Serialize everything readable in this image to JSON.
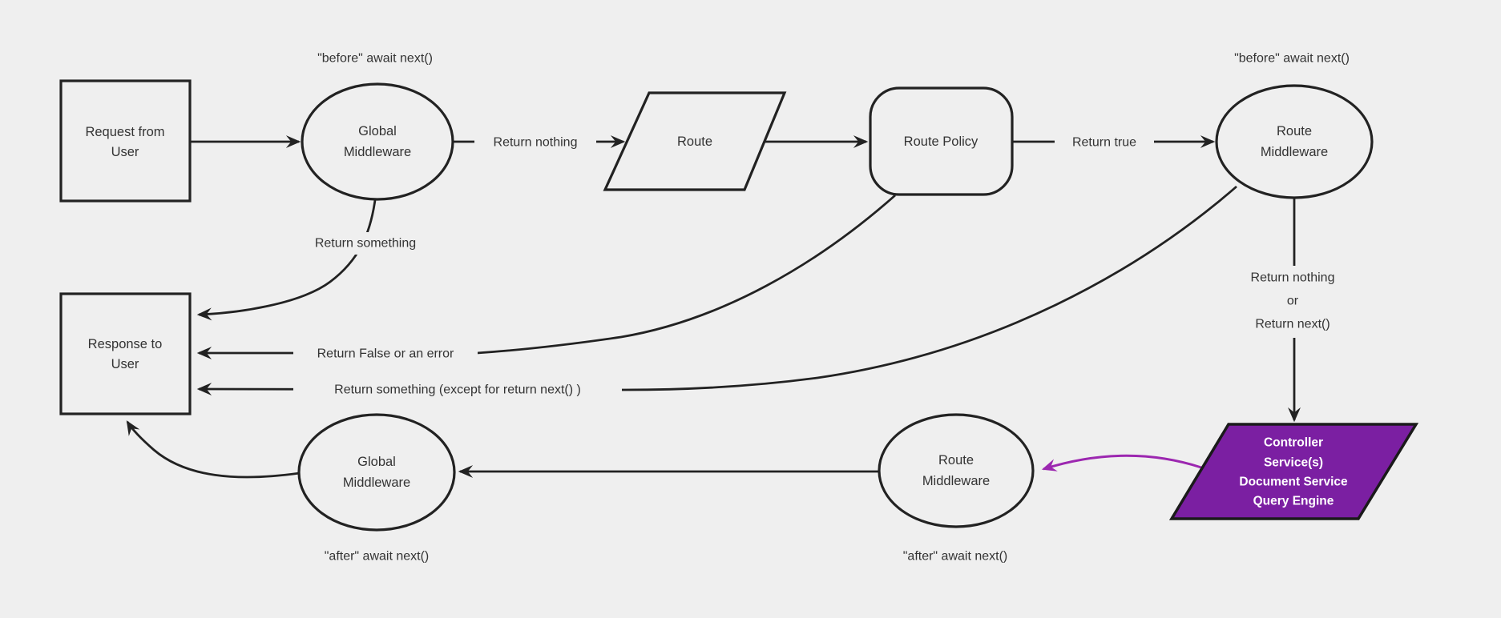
{
  "colors": {
    "background": "#efefef",
    "line": "#222222",
    "text": "#333333",
    "node_fill": "#efefef",
    "purple_fill": "#7b1fa2",
    "purple_arrow": "#9c27b0",
    "controller_text": "#ffffff"
  },
  "nodes": {
    "request": {
      "line1": "Request from",
      "line2": "User"
    },
    "global_middleware_top": {
      "line1": "Global",
      "line2": "Middleware"
    },
    "route": {
      "label": "Route"
    },
    "route_policy": {
      "label": "Route Policy"
    },
    "route_middleware_top": {
      "line1": "Route",
      "line2": "Middleware"
    },
    "response": {
      "line1": "Response to",
      "line2": "User"
    },
    "global_middleware_bottom": {
      "line1": "Global",
      "line2": "Middleware"
    },
    "route_middleware_bottom": {
      "line1": "Route",
      "line2": "Middleware"
    },
    "controller": {
      "line1": "Controller",
      "line2": "Service(s)",
      "line3": "Document Service",
      "line4": "Query Engine"
    }
  },
  "edge_labels": {
    "before_await_left": "\"before\" await next()",
    "before_await_right": "\"before\" await next()",
    "return_nothing": "Return nothing",
    "return_true": "Return true",
    "return_something": "Return something",
    "return_false_or_error": "Return False or an error",
    "return_something_except": "Return something (except for return next() )",
    "return_nothing_or_line1": "Return nothing",
    "return_nothing_or_line2": "or",
    "return_nothing_or_line3": "Return next()",
    "after_await_left": "\"after\" await next()",
    "after_await_right": "\"after\" await next()"
  }
}
